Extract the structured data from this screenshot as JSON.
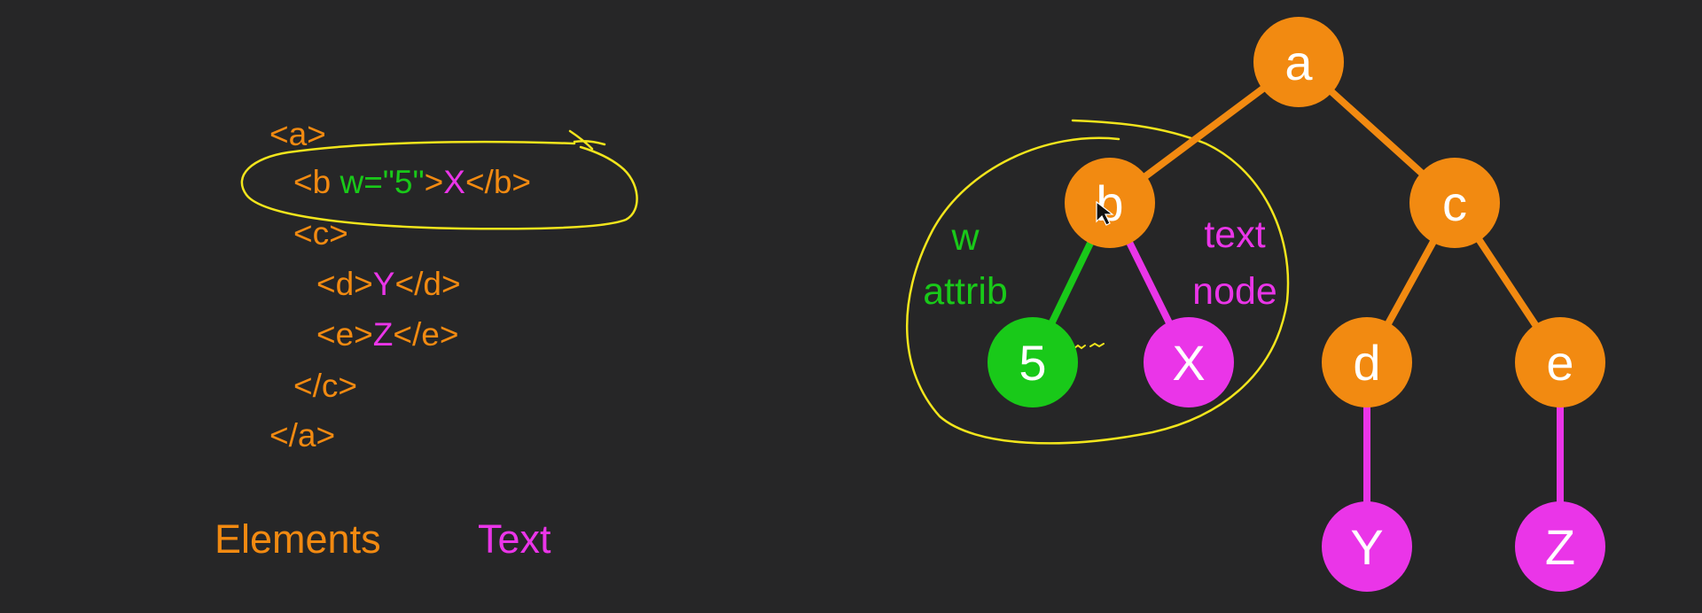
{
  "colors": {
    "background": "#262627",
    "element": "#f28a11",
    "text_node": "#ea35e8",
    "attribute": "#19c919",
    "highlight": "#f2e51c",
    "node_label": "#ffffff"
  },
  "code": {
    "line_a_open": "<a>",
    "b_open": "<b ",
    "b_attr": "w=\"5\"",
    "b_gt": ">",
    "b_text": "X",
    "b_close": "</b>",
    "line_c_open": "<c>",
    "d_open": "<d>",
    "d_text": "Y",
    "d_close": "</d>",
    "e_open": "<e>",
    "e_text": "Z",
    "e_close": "</e>",
    "line_c_close": "</c>",
    "line_a_close": "</a>"
  },
  "legend": {
    "elements": "Elements",
    "text": "Text"
  },
  "tree": {
    "nodes": {
      "a": {
        "label": "a",
        "kind": "element"
      },
      "b": {
        "label": "b",
        "kind": "element"
      },
      "c": {
        "label": "c",
        "kind": "element"
      },
      "d": {
        "label": "d",
        "kind": "element"
      },
      "e": {
        "label": "e",
        "kind": "element"
      },
      "five": {
        "label": "5",
        "kind": "attribute"
      },
      "x": {
        "label": "X",
        "kind": "text"
      },
      "y": {
        "label": "Y",
        "kind": "text"
      },
      "z": {
        "label": "Z",
        "kind": "text"
      }
    },
    "edges": [
      {
        "from": "a",
        "to": "b",
        "kind": "element"
      },
      {
        "from": "a",
        "to": "c",
        "kind": "element"
      },
      {
        "from": "b",
        "to": "five",
        "kind": "attribute"
      },
      {
        "from": "b",
        "to": "x",
        "kind": "text"
      },
      {
        "from": "c",
        "to": "d",
        "kind": "element"
      },
      {
        "from": "c",
        "to": "e",
        "kind": "element"
      },
      {
        "from": "d",
        "to": "y",
        "kind": "text"
      },
      {
        "from": "e",
        "to": "z",
        "kind": "text"
      }
    ],
    "labels": {
      "attrib_line1": "w",
      "attrib_line2": "attrib",
      "text_line1": "text",
      "text_line2": "node"
    }
  }
}
